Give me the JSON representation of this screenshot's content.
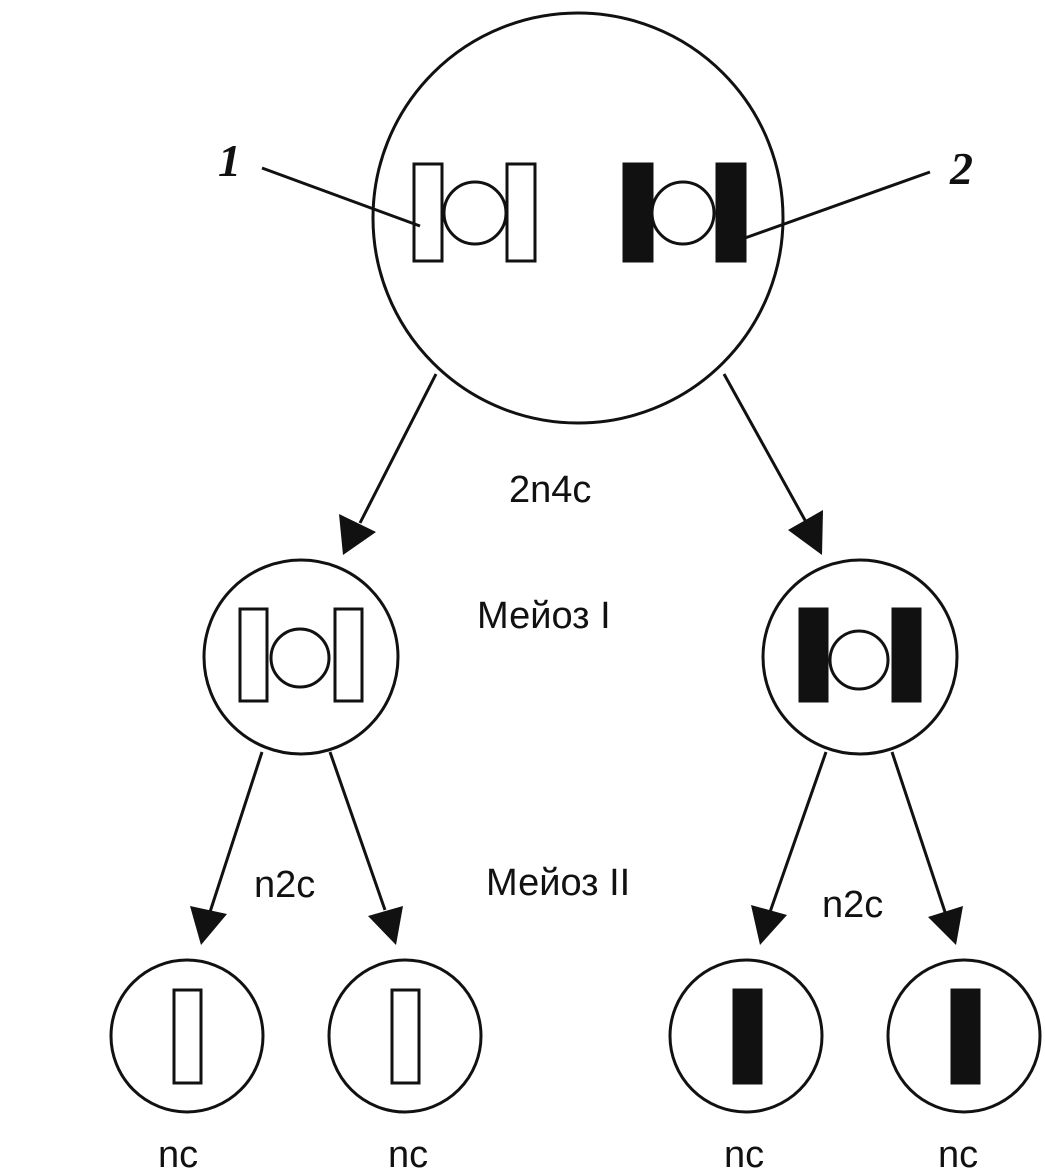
{
  "diagram": {
    "callouts": {
      "one": "1",
      "two": "2"
    },
    "labels": {
      "parent_formula": "2n4c",
      "meiosis_one": "Мейоз I",
      "meiosis_two": "Мейоз II",
      "left_second_division_formula": "n2c",
      "right_second_division_formula": "n2c"
    },
    "gametes": [
      "nc",
      "nc",
      "nc",
      "nc"
    ],
    "colors": {
      "ink": "#111111",
      "background": "#ffffff"
    }
  }
}
